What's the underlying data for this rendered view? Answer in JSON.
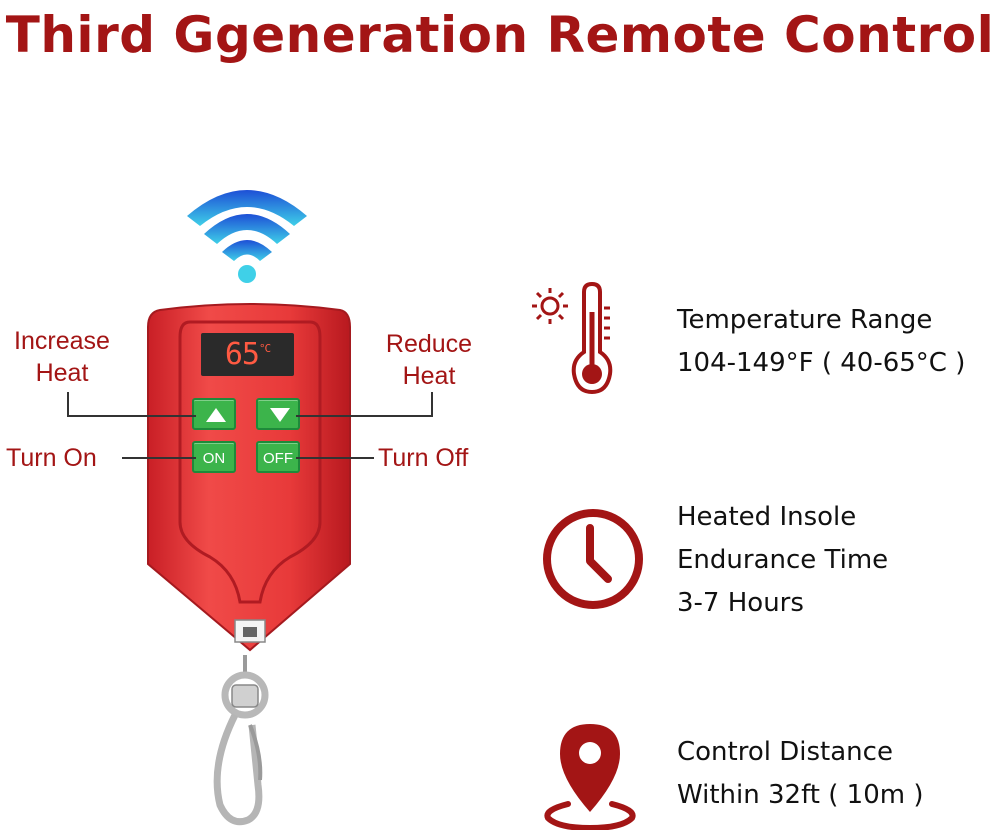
{
  "title": "Third Ggeneration Remote Control",
  "colors": {
    "brand_red": "#a31515",
    "remote_red": "#e83a3a",
    "button_green": "#3cb44b",
    "wifi_blue": "#2f7ae0"
  },
  "remote": {
    "display_value": "65",
    "display_unit": "°C",
    "buttons": {
      "up_icon": "up-triangle-icon",
      "down_icon": "down-triangle-icon",
      "on_label": "ON",
      "off_label": "OFF"
    }
  },
  "callouts": {
    "increase_line1": "Increase",
    "increase_line2": "Heat",
    "reduce_line1": "Reduce",
    "reduce_line2": "Heat",
    "turn_on": "Turn On",
    "turn_off": "Turn Off"
  },
  "features": [
    {
      "icon": "thermometer-sun-icon",
      "lines": [
        "Temperature Range",
        "104-149°F ( 40-65°C )"
      ]
    },
    {
      "icon": "clock-icon",
      "lines": [
        "Heated Insole",
        "Endurance Time",
        "3-7 Hours"
      ]
    },
    {
      "icon": "location-pin-icon",
      "lines": [
        "Control Distance",
        "Within 32ft ( 10m )"
      ]
    }
  ]
}
